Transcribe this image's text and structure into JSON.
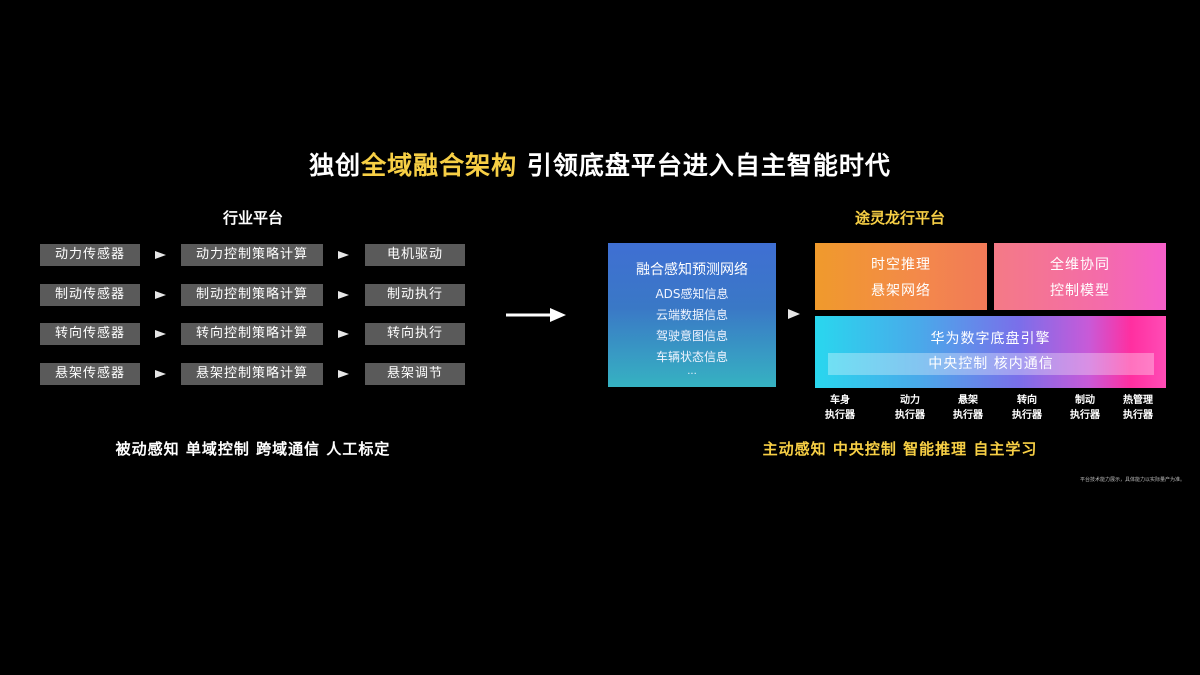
{
  "title": {
    "part1": "独创",
    "highlight": "全域融合架构",
    "part2": " 引领底盘平台进入自主智能时代"
  },
  "left": {
    "title": "行业平台",
    "rows": [
      {
        "sensor": "动力传感器",
        "strategy": "动力控制策略计算",
        "actuator": "电机驱动"
      },
      {
        "sensor": "制动传感器",
        "strategy": "制动控制策略计算",
        "actuator": "制动执行"
      },
      {
        "sensor": "转向传感器",
        "strategy": "转向控制策略计算",
        "actuator": "转向执行"
      },
      {
        "sensor": "悬架传感器",
        "strategy": "悬架控制策略计算",
        "actuator": "悬架调节"
      }
    ],
    "caption": "被动感知 单域控制 跨域通信 人工标定"
  },
  "right": {
    "title": "途灵龙行平台",
    "fusion": {
      "title": "融合感知预测网络",
      "items": [
        "ADS感知信息",
        "云端数据信息",
        "驾驶意图信息",
        "车辆状态信息",
        "..."
      ]
    },
    "spacetime": {
      "line1": "时空推理",
      "line2": "悬架网络"
    },
    "allcoop": {
      "line1": "全维协同",
      "line2": "控制模型"
    },
    "engine": {
      "title": "华为数字底盘引擎",
      "inner": "中央控制  核内通信"
    },
    "actuators": [
      {
        "line1": "车身",
        "line2": "执行器"
      },
      {
        "line1": "动力",
        "line2": "执行器"
      },
      {
        "line1": "悬架",
        "line2": "执行器"
      },
      {
        "line1": "转向",
        "line2": "执行器"
      },
      {
        "line1": "制动",
        "line2": "执行器"
      },
      {
        "line1": "热管理",
        "line2": "执行器"
      }
    ],
    "caption": "主动感知 中央控制 智能推理 自主学习"
  },
  "footnote": "平台技术能力展示，具体能力以实际量产为准。",
  "colors": {
    "background": "#000000",
    "accent_yellow": "#f7cf45",
    "grid_box": "#5a5a5a"
  }
}
